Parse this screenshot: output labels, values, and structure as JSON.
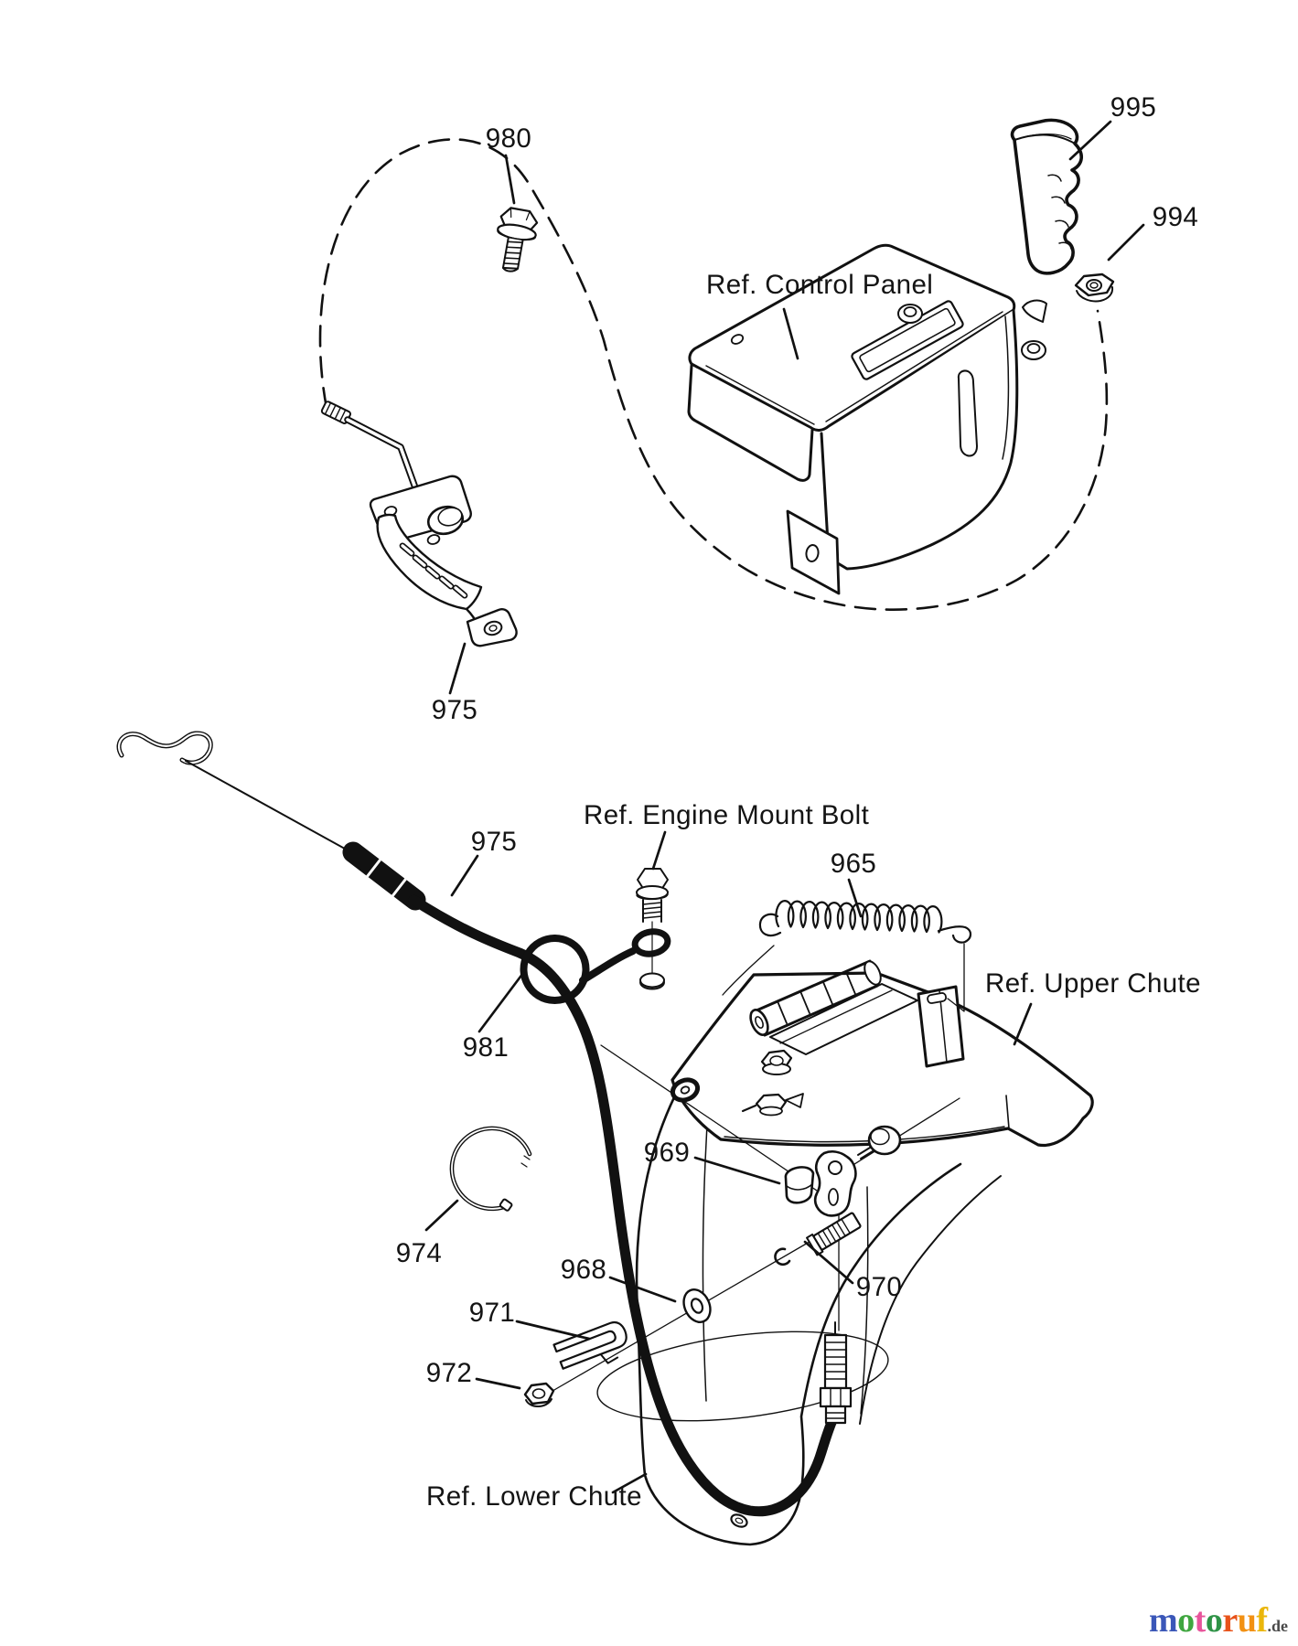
{
  "page": {
    "background": "#ffffff",
    "ink_color": "#111111"
  },
  "diagram": {
    "labels": {
      "p980": "980",
      "p995": "995",
      "p994": "994",
      "ref_control_panel": "Ref. Control Panel",
      "p975_lever": "975",
      "p975_cable": "975",
      "ref_engine_mount_bolt": "Ref. Engine Mount Bolt",
      "p965": "965",
      "ref_upper_chute": "Ref. Upper Chute",
      "p981": "981",
      "p969": "969",
      "p974": "974",
      "p968": "968",
      "p971": "971",
      "p972": "972",
      "p970": "970",
      "ref_lower_chute": "Ref. Lower Chute"
    }
  },
  "watermark": {
    "word": "motoruf",
    "suffix": ".de",
    "suffix_color": "#4a4a4a",
    "letters": [
      {
        "ch": "m",
        "color": "#3b57b8"
      },
      {
        "ch": "o",
        "color": "#3fa63f"
      },
      {
        "ch": "t",
        "color": "#e8549b"
      },
      {
        "ch": "o",
        "color": "#2f9347"
      },
      {
        "ch": "r",
        "color": "#e8531a"
      },
      {
        "ch": "u",
        "color": "#f29113"
      },
      {
        "ch": "f",
        "color": "#eab60b"
      }
    ]
  }
}
